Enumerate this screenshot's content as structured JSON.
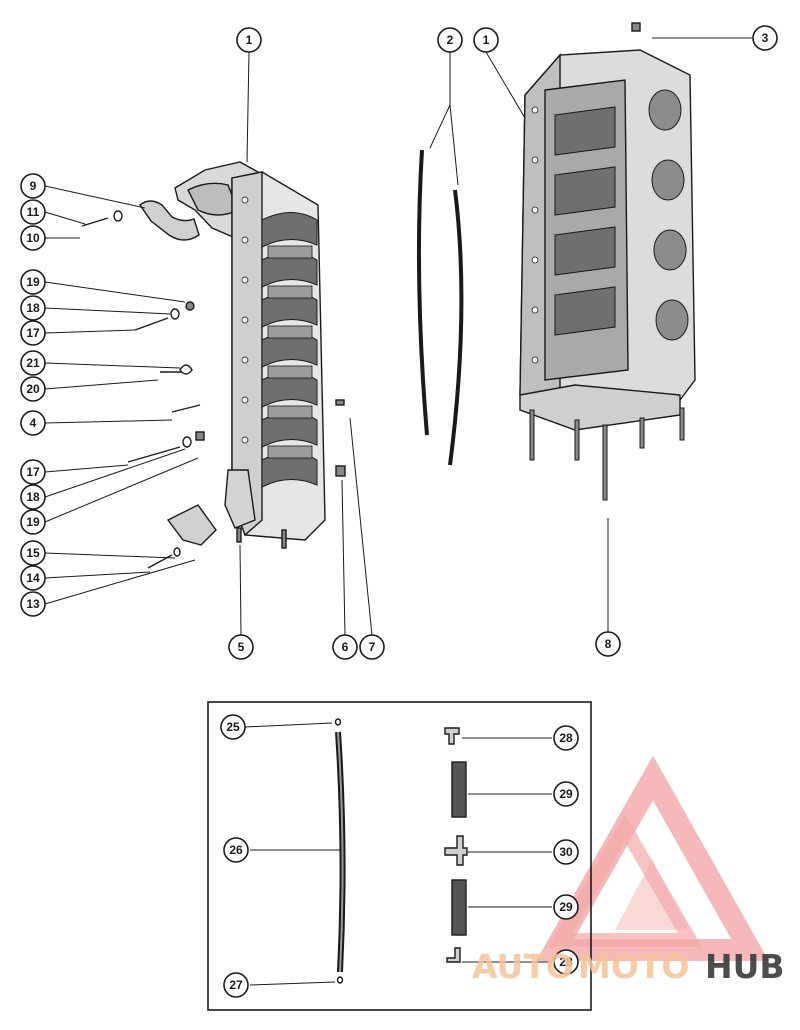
{
  "callouts": [
    {
      "id": "c1a",
      "label": "1"
    },
    {
      "id": "c2",
      "label": "2"
    },
    {
      "id": "c1b",
      "label": "1"
    },
    {
      "id": "c3",
      "label": "3"
    },
    {
      "id": "c9",
      "label": "9"
    },
    {
      "id": "c11",
      "label": "11"
    },
    {
      "id": "c10",
      "label": "10"
    },
    {
      "id": "c19a",
      "label": "19"
    },
    {
      "id": "c18a",
      "label": "18"
    },
    {
      "id": "c17a",
      "label": "17"
    },
    {
      "id": "c21",
      "label": "21"
    },
    {
      "id": "c20",
      "label": "20"
    },
    {
      "id": "c4",
      "label": "4"
    },
    {
      "id": "c17b",
      "label": "17"
    },
    {
      "id": "c18b",
      "label": "18"
    },
    {
      "id": "c19b",
      "label": "19"
    },
    {
      "id": "c15",
      "label": "15"
    },
    {
      "id": "c14",
      "label": "14"
    },
    {
      "id": "c13",
      "label": "13"
    },
    {
      "id": "c5",
      "label": "5"
    },
    {
      "id": "c6",
      "label": "6"
    },
    {
      "id": "c7",
      "label": "7"
    },
    {
      "id": "c8",
      "label": "8"
    },
    {
      "id": "c25",
      "label": "25"
    },
    {
      "id": "c26",
      "label": "26"
    },
    {
      "id": "c27",
      "label": "27"
    },
    {
      "id": "c28a",
      "label": "28"
    },
    {
      "id": "c29a",
      "label": "29"
    },
    {
      "id": "c30",
      "label": "30"
    },
    {
      "id": "c29b",
      "label": "29"
    },
    {
      "id": "c28b",
      "label": "28"
    }
  ],
  "watermark": {
    "part1": "AUTO",
    "part2": "MOTO",
    "part3": "HUB",
    "color_accent": "#f2a8a8",
    "color_accent2": "#f5c49a",
    "color_dark": "#3a3a3a"
  }
}
